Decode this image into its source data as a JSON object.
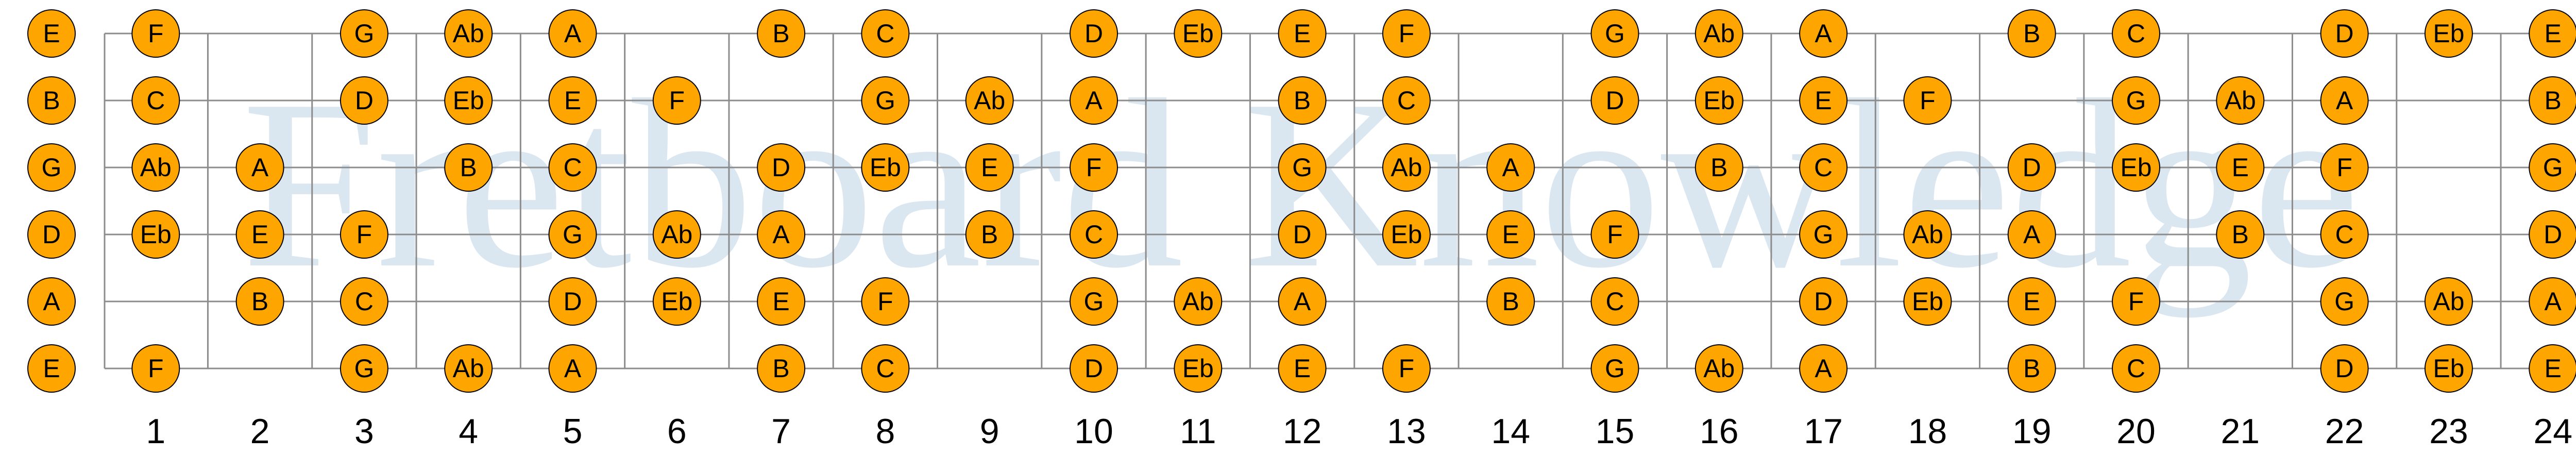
{
  "watermark": "Fretboard Knowledge",
  "colors": {
    "background": "#ffffff",
    "string_line": "#8c8c8c",
    "fret_line": "#8c8c8c",
    "note_fill": "#ffa500",
    "note_stroke": "#000000",
    "note_text": "#000000",
    "fret_number_text": "#000000",
    "watermark_text": "#dbe7f0"
  },
  "fretboard": {
    "fret_count": 24,
    "fret_numbers": [
      "1",
      "2",
      "3",
      "4",
      "5",
      "6",
      "7",
      "8",
      "9",
      "10",
      "11",
      "12",
      "13",
      "14",
      "15",
      "16",
      "17",
      "18",
      "19",
      "20",
      "21",
      "22",
      "23",
      "24"
    ],
    "strings": [
      {
        "open": "E",
        "notes": [
          {
            "fret": 0,
            "note": "E"
          },
          {
            "fret": 1,
            "note": "F"
          },
          {
            "fret": 3,
            "note": "G"
          },
          {
            "fret": 4,
            "note": "Ab"
          },
          {
            "fret": 5,
            "note": "A"
          },
          {
            "fret": 7,
            "note": "B"
          },
          {
            "fret": 8,
            "note": "C"
          },
          {
            "fret": 10,
            "note": "D"
          },
          {
            "fret": 11,
            "note": "Eb"
          },
          {
            "fret": 12,
            "note": "E"
          },
          {
            "fret": 13,
            "note": "F"
          },
          {
            "fret": 15,
            "note": "G"
          },
          {
            "fret": 16,
            "note": "Ab"
          },
          {
            "fret": 17,
            "note": "A"
          },
          {
            "fret": 19,
            "note": "B"
          },
          {
            "fret": 20,
            "note": "C"
          },
          {
            "fret": 22,
            "note": "D"
          },
          {
            "fret": 23,
            "note": "Eb"
          },
          {
            "fret": 24,
            "note": "E"
          }
        ]
      },
      {
        "open": "B",
        "notes": [
          {
            "fret": 0,
            "note": "B"
          },
          {
            "fret": 1,
            "note": "C"
          },
          {
            "fret": 3,
            "note": "D"
          },
          {
            "fret": 4,
            "note": "Eb"
          },
          {
            "fret": 5,
            "note": "E"
          },
          {
            "fret": 6,
            "note": "F"
          },
          {
            "fret": 8,
            "note": "G"
          },
          {
            "fret": 9,
            "note": "Ab"
          },
          {
            "fret": 10,
            "note": "A"
          },
          {
            "fret": 12,
            "note": "B"
          },
          {
            "fret": 13,
            "note": "C"
          },
          {
            "fret": 15,
            "note": "D"
          },
          {
            "fret": 16,
            "note": "Eb"
          },
          {
            "fret": 17,
            "note": "E"
          },
          {
            "fret": 18,
            "note": "F"
          },
          {
            "fret": 20,
            "note": "G"
          },
          {
            "fret": 21,
            "note": "Ab"
          },
          {
            "fret": 22,
            "note": "A"
          },
          {
            "fret": 24,
            "note": "B"
          }
        ]
      },
      {
        "open": "G",
        "notes": [
          {
            "fret": 0,
            "note": "G"
          },
          {
            "fret": 1,
            "note": "Ab"
          },
          {
            "fret": 2,
            "note": "A"
          },
          {
            "fret": 4,
            "note": "B"
          },
          {
            "fret": 5,
            "note": "C"
          },
          {
            "fret": 7,
            "note": "D"
          },
          {
            "fret": 8,
            "note": "Eb"
          },
          {
            "fret": 9,
            "note": "E"
          },
          {
            "fret": 10,
            "note": "F"
          },
          {
            "fret": 12,
            "note": "G"
          },
          {
            "fret": 13,
            "note": "Ab"
          },
          {
            "fret": 14,
            "note": "A"
          },
          {
            "fret": 16,
            "note": "B"
          },
          {
            "fret": 17,
            "note": "C"
          },
          {
            "fret": 19,
            "note": "D"
          },
          {
            "fret": 20,
            "note": "Eb"
          },
          {
            "fret": 21,
            "note": "E"
          },
          {
            "fret": 22,
            "note": "F"
          },
          {
            "fret": 24,
            "note": "G"
          }
        ]
      },
      {
        "open": "D",
        "notes": [
          {
            "fret": 0,
            "note": "D"
          },
          {
            "fret": 1,
            "note": "Eb"
          },
          {
            "fret": 2,
            "note": "E"
          },
          {
            "fret": 3,
            "note": "F"
          },
          {
            "fret": 5,
            "note": "G"
          },
          {
            "fret": 6,
            "note": "Ab"
          },
          {
            "fret": 7,
            "note": "A"
          },
          {
            "fret": 9,
            "note": "B"
          },
          {
            "fret": 10,
            "note": "C"
          },
          {
            "fret": 12,
            "note": "D"
          },
          {
            "fret": 13,
            "note": "Eb"
          },
          {
            "fret": 14,
            "note": "E"
          },
          {
            "fret": 15,
            "note": "F"
          },
          {
            "fret": 17,
            "note": "G"
          },
          {
            "fret": 18,
            "note": "Ab"
          },
          {
            "fret": 19,
            "note": "A"
          },
          {
            "fret": 21,
            "note": "B"
          },
          {
            "fret": 22,
            "note": "C"
          },
          {
            "fret": 24,
            "note": "D"
          }
        ]
      },
      {
        "open": "A",
        "notes": [
          {
            "fret": 0,
            "note": "A"
          },
          {
            "fret": 2,
            "note": "B"
          },
          {
            "fret": 3,
            "note": "C"
          },
          {
            "fret": 5,
            "note": "D"
          },
          {
            "fret": 6,
            "note": "Eb"
          },
          {
            "fret": 7,
            "note": "E"
          },
          {
            "fret": 8,
            "note": "F"
          },
          {
            "fret": 10,
            "note": "G"
          },
          {
            "fret": 11,
            "note": "Ab"
          },
          {
            "fret": 12,
            "note": "A"
          },
          {
            "fret": 14,
            "note": "B"
          },
          {
            "fret": 15,
            "note": "C"
          },
          {
            "fret": 17,
            "note": "D"
          },
          {
            "fret": 18,
            "note": "Eb"
          },
          {
            "fret": 19,
            "note": "E"
          },
          {
            "fret": 20,
            "note": "F"
          },
          {
            "fret": 22,
            "note": "G"
          },
          {
            "fret": 23,
            "note": "Ab"
          },
          {
            "fret": 24,
            "note": "A"
          }
        ]
      },
      {
        "open": "E",
        "notes": [
          {
            "fret": 0,
            "note": "E"
          },
          {
            "fret": 1,
            "note": "F"
          },
          {
            "fret": 3,
            "note": "G"
          },
          {
            "fret": 4,
            "note": "Ab"
          },
          {
            "fret": 5,
            "note": "A"
          },
          {
            "fret": 7,
            "note": "B"
          },
          {
            "fret": 8,
            "note": "C"
          },
          {
            "fret": 10,
            "note": "D"
          },
          {
            "fret": 11,
            "note": "Eb"
          },
          {
            "fret": 12,
            "note": "E"
          },
          {
            "fret": 13,
            "note": "F"
          },
          {
            "fret": 15,
            "note": "G"
          },
          {
            "fret": 16,
            "note": "Ab"
          },
          {
            "fret": 17,
            "note": "A"
          },
          {
            "fret": 19,
            "note": "B"
          },
          {
            "fret": 20,
            "note": "C"
          },
          {
            "fret": 22,
            "note": "D"
          },
          {
            "fret": 23,
            "note": "Eb"
          },
          {
            "fret": 24,
            "note": "E"
          }
        ]
      }
    ]
  }
}
